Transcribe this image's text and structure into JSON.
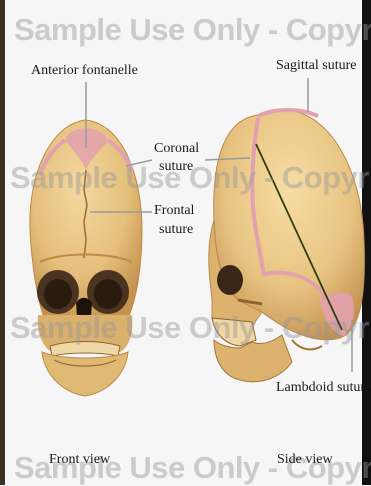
{
  "labels": {
    "anterior_fontanelle": "Anterior fontanelle",
    "sagittal_suture": "Sagittal suture",
    "coronal_line1": "Coronal",
    "coronal_line2": "suture",
    "frontal_line1": "Frontal",
    "frontal_line2": "suture",
    "lambdoid_suture": "Lambdoid suture",
    "front_view": "Front view",
    "side_view": "Side view"
  },
  "watermark": "Sample Use Only - Copyrighted",
  "colors": {
    "bone": "#e6c27f",
    "bone_shadow": "#b98a48",
    "suture": "#e3a1ae",
    "border_left": "#3b3121",
    "border_right": "#111111",
    "pointer_line": "#2f3f0f"
  }
}
